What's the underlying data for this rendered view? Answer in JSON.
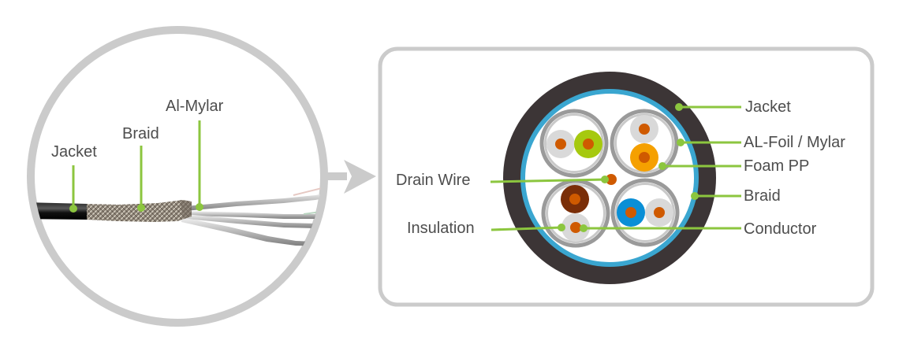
{
  "colors": {
    "frame_gray": "#cbcbcb",
    "leader_green": "#8cc63f",
    "label_text": "#4d4d4d",
    "jacket": "#3c3536",
    "braid_blue": "#3aa6d0",
    "shield_outer": "#9a9a9a",
    "shield_inner": "#c9c9c9",
    "conductor": "#cf5a00",
    "wire_gray": "#d9d9d9",
    "wire_green": "#a6c90f",
    "wire_orange": "#f5a000",
    "wire_brown": "#7a2e08",
    "wire_blue": "#0a8fd6"
  },
  "side_view": {
    "labels": {
      "jacket": "Jacket",
      "braid": "Braid",
      "al_mylar": "Al-Mylar"
    }
  },
  "cross_section": {
    "labels_left": {
      "drain_wire": "Drain Wire",
      "insulation": "Insulation"
    },
    "labels_right": {
      "jacket": "Jacket",
      "al_foil_mylar": "AL-Foil / Mylar",
      "foam_pp": "Foam PP",
      "braid": "Braid",
      "conductor": "Conductor"
    },
    "pairs": [
      {
        "position": "top-left",
        "wires": [
          "gray",
          "green"
        ]
      },
      {
        "position": "top-right",
        "wires": [
          "gray",
          "orange"
        ]
      },
      {
        "position": "bottom-left",
        "wires": [
          "brown",
          "gray"
        ]
      },
      {
        "position": "bottom-right",
        "wires": [
          "blue",
          "gray"
        ]
      }
    ]
  }
}
